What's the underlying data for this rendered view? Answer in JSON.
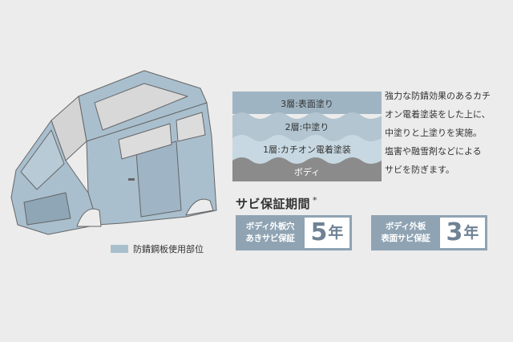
{
  "legend": {
    "label": "防錆鋼板使用部位",
    "color": "#a9bfce"
  },
  "layers": [
    {
      "label": "3層:表面塗り",
      "color": "#9fb4c2"
    },
    {
      "label": "2層:中塗り",
      "color": "#b2c5d1"
    },
    {
      "label": "1層:カチオン電着塗装",
      "color": "#c7d8e2"
    },
    {
      "label": "ボディ",
      "color": "#8b8b8b"
    }
  ],
  "description": {
    "lines": [
      "強力な防錆効果のあるカチ",
      "オン電着塗装をした上に、",
      "中塗りと上塗りを実施。",
      "塩害や融雪剤などによる",
      "サビを防ぎます。"
    ]
  },
  "warranty": {
    "title": "サビ保証期間",
    "mark": "*",
    "items": [
      {
        "line1": "ボディ外板穴",
        "line2": "あきサビ保証",
        "number": "5",
        "unit": "年"
      },
      {
        "line1": "ボディ外板",
        "line2": "表面サビ保証",
        "number": "3",
        "unit": "年"
      }
    ]
  }
}
